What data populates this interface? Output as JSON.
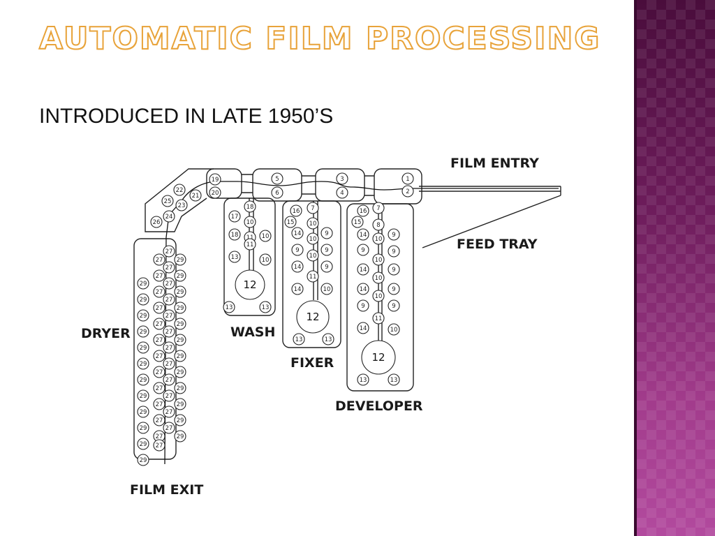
{
  "slide": {
    "title": "AUTOMATIC FILM PROCESSING",
    "subtitle": "INTRODUCED IN LATE 1950’S"
  },
  "diagram": {
    "labels": {
      "film_entry": "FILM ENTRY",
      "feed_tray": "FEED TRAY",
      "dryer": "DRYER",
      "wash": "WASH",
      "fixer": "FIXER",
      "developer": "DEVELOPER",
      "film_exit": "FILM EXIT"
    }
  },
  "colors": {
    "title_outline": "#e8a33a",
    "side_band": "#8a2a74"
  }
}
